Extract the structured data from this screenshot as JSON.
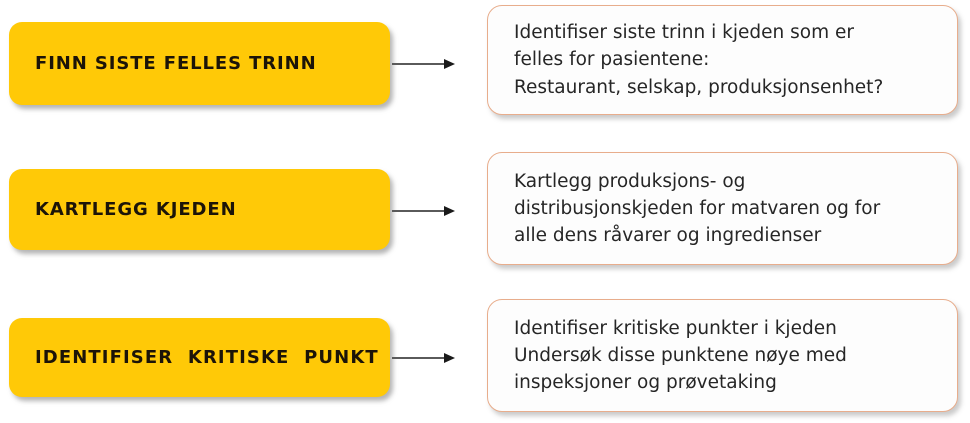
{
  "diagram": {
    "type": "three-step-process-flow",
    "accent_color_step": "#FFC907",
    "accent_color_detail_border": "#E8AD8C",
    "text_color": "#262626",
    "steps": [
      {
        "id": "finn-siste-felles-trinn",
        "label": "FINN SISTE FELLES TRINN",
        "arrow_icon": "arrow-right-icon",
        "detail": "Identifiser siste trinn i kjeden som er\nfelles for pasientene:\nRestaurant, selskap, produksjonsenhet?"
      },
      {
        "id": "kartlegg-kjeden",
        "label": "KARTLEGG KJEDEN",
        "arrow_icon": "arrow-right-icon",
        "detail": "Kartlegg produksjons- og\ndistribusjonskjeden for matvaren og for\nalle dens råvarer og ingredienser"
      },
      {
        "id": "identifiser-kritiske-punkt",
        "label": "IDENTIFISER  KRITISKE  PUNKT",
        "arrow_icon": "arrow-right-icon",
        "detail": "Identifiser kritiske punkter i kjeden\nUndersøk disse punktene nøye med\ninspeksjoner og prøvetaking"
      }
    ]
  }
}
